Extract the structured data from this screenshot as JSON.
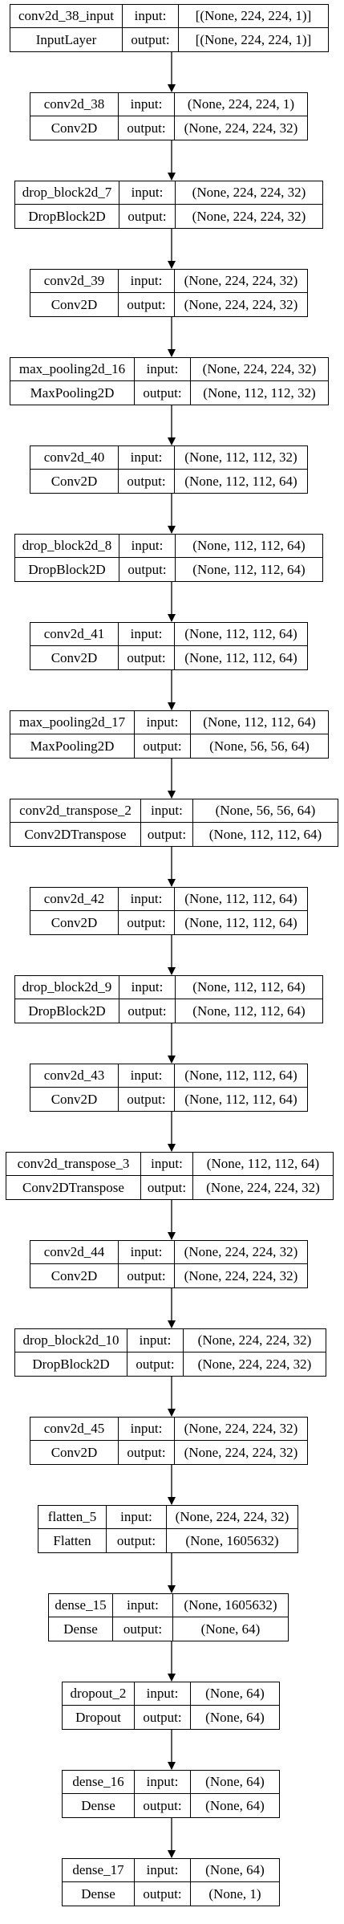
{
  "diagram": {
    "io_labels": {
      "input": "input:",
      "output": "output:"
    },
    "layers": [
      {
        "name": "conv2d_38_input",
        "type": "InputLayer",
        "input": "[(None, 224, 224, 1)]",
        "output": "[(None, 224, 224, 1)]"
      },
      {
        "name": "conv2d_38",
        "type": "Conv2D",
        "input": "(None, 224, 224, 1)",
        "output": "(None, 224, 224, 32)"
      },
      {
        "name": "drop_block2d_7",
        "type": "DropBlock2D",
        "input": "(None, 224, 224, 32)",
        "output": "(None, 224, 224, 32)"
      },
      {
        "name": "conv2d_39",
        "type": "Conv2D",
        "input": "(None, 224, 224, 32)",
        "output": "(None, 224, 224, 32)"
      },
      {
        "name": "max_pooling2d_16",
        "type": "MaxPooling2D",
        "input": "(None, 224, 224, 32)",
        "output": "(None, 112, 112, 32)"
      },
      {
        "name": "conv2d_40",
        "type": "Conv2D",
        "input": "(None, 112, 112, 32)",
        "output": "(None, 112, 112, 64)"
      },
      {
        "name": "drop_block2d_8",
        "type": "DropBlock2D",
        "input": "(None, 112, 112, 64)",
        "output": "(None, 112, 112, 64)"
      },
      {
        "name": "conv2d_41",
        "type": "Conv2D",
        "input": "(None, 112, 112, 64)",
        "output": "(None, 112, 112, 64)"
      },
      {
        "name": "max_pooling2d_17",
        "type": "MaxPooling2D",
        "input": "(None, 112, 112, 64)",
        "output": "(None, 56, 56, 64)"
      },
      {
        "name": "conv2d_transpose_2",
        "type": "Conv2DTranspose",
        "input": "(None, 56, 56, 64)",
        "output": "(None, 112, 112, 64)"
      },
      {
        "name": "conv2d_42",
        "type": "Conv2D",
        "input": "(None, 112, 112, 64)",
        "output": "(None, 112, 112, 64)"
      },
      {
        "name": "drop_block2d_9",
        "type": "DropBlock2D",
        "input": "(None, 112, 112, 64)",
        "output": "(None, 112, 112, 64)"
      },
      {
        "name": "conv2d_43",
        "type": "Conv2D",
        "input": "(None, 112, 112, 64)",
        "output": "(None, 112, 112, 64)"
      },
      {
        "name": "conv2d_transpose_3",
        "type": "Conv2DTranspose",
        "input": "(None, 112, 112, 64)",
        "output": "(None, 224, 224, 32)"
      },
      {
        "name": "conv2d_44",
        "type": "Conv2D",
        "input": "(None, 224, 224, 32)",
        "output": "(None, 224, 224, 32)"
      },
      {
        "name": "drop_block2d_10",
        "type": "DropBlock2D",
        "input": "(None, 224, 224, 32)",
        "output": "(None, 224, 224, 32)"
      },
      {
        "name": "conv2d_45",
        "type": "Conv2D",
        "input": "(None, 224, 224, 32)",
        "output": "(None, 224, 224, 32)"
      },
      {
        "name": "flatten_5",
        "type": "Flatten",
        "input": "(None, 224, 224, 32)",
        "output": "(None, 1605632)"
      },
      {
        "name": "dense_15",
        "type": "Dense",
        "input": "(None, 1605632)",
        "output": "(None, 64)"
      },
      {
        "name": "dropout_2",
        "type": "Dropout",
        "input": "(None, 64)",
        "output": "(None, 64)"
      },
      {
        "name": "dense_16",
        "type": "Dense",
        "input": "(None, 64)",
        "output": "(None, 64)"
      },
      {
        "name": "dense_17",
        "type": "Dense",
        "input": "(None, 64)",
        "output": "(None, 1)"
      }
    ]
  }
}
